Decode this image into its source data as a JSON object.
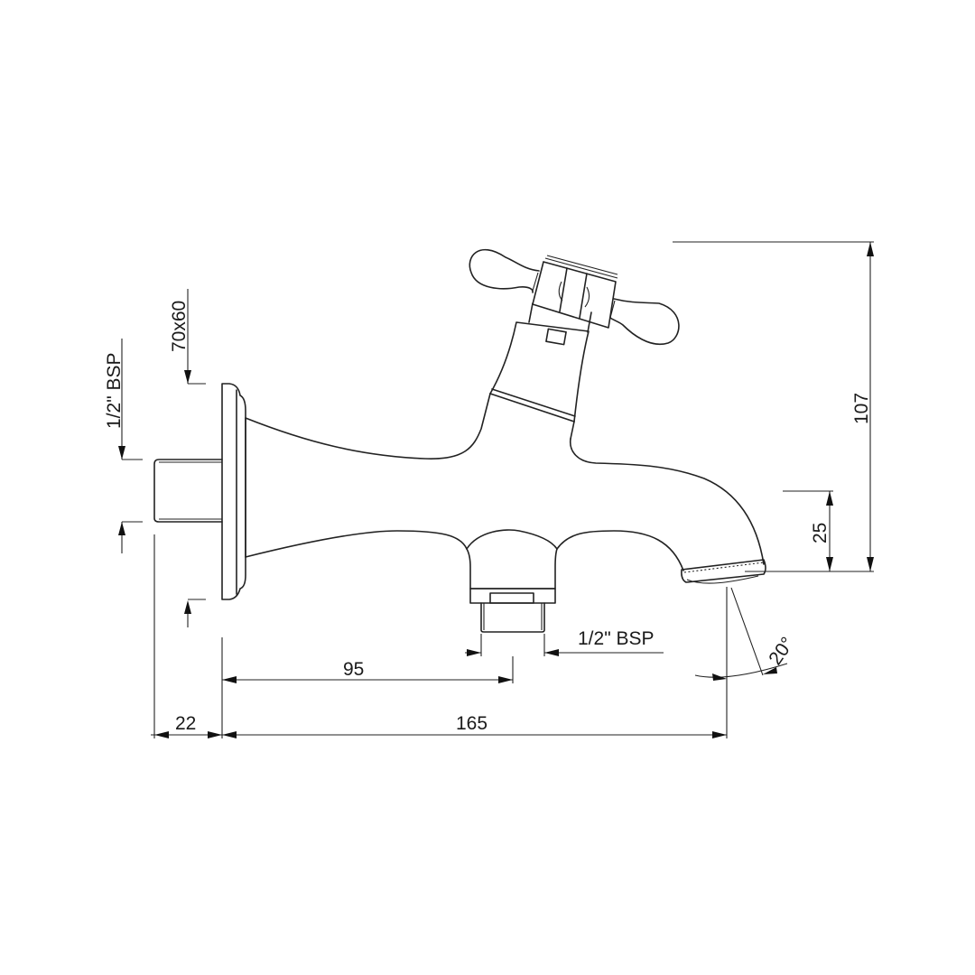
{
  "drawing": {
    "subject": "Wall-mounted bib tap with cross-head handle — side elevation",
    "line_color": "#222222",
    "background": "#ffffff"
  },
  "dimensions": {
    "flange_size": "70x60",
    "inlet_thread": "1/2\" BSP",
    "outlet_thread": "1/2\" BSP",
    "outlet_offset": "95",
    "projection_total": "165",
    "thread_length": "22",
    "total_height": "107",
    "spout_height": "25",
    "spout_angle": "20°"
  }
}
